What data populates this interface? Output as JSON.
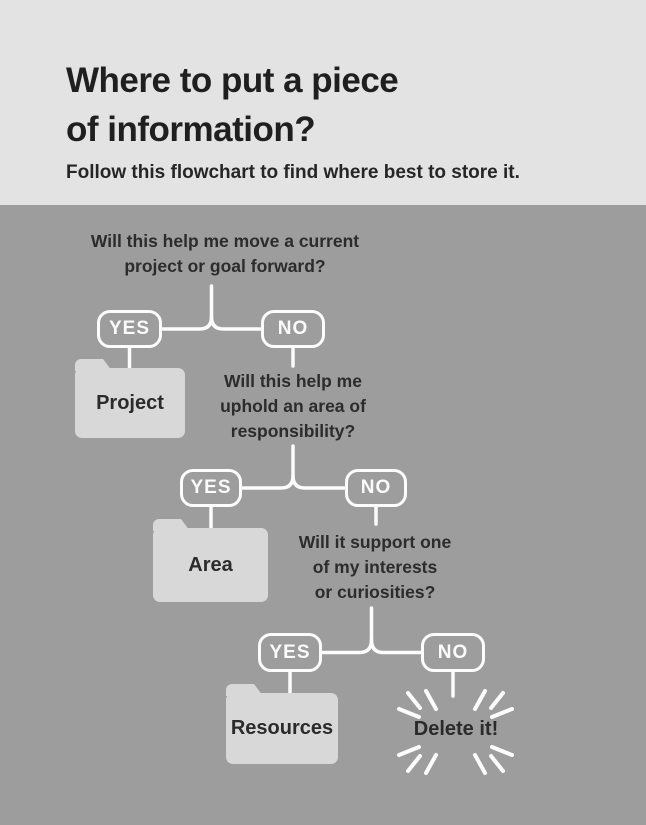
{
  "header": {
    "title_line1": "Where to put a piece",
    "title_line2": "of information?",
    "subtitle": "Follow this flowchart to find where best to store it."
  },
  "flowchart": {
    "yes_label": "YES",
    "no_label": "NO",
    "questions": [
      {
        "lines": [
          "Will this help me move a current",
          "project or goal forward?"
        ]
      },
      {
        "lines": [
          "Will this help me",
          "uphold an area of",
          "responsibility?"
        ]
      },
      {
        "lines": [
          "Will it support one",
          "of my interests",
          "or curiosities?"
        ]
      }
    ],
    "folders": [
      {
        "label": "Project"
      },
      {
        "label": "Area"
      },
      {
        "label": "Resources"
      }
    ],
    "delete_label": "Delete it!"
  },
  "colors": {
    "header_background": "#e4e3e3",
    "body_background": "#9e9d9d",
    "folder_fill": "#d9d8d8",
    "connector_white": "#fcfcfc",
    "text_dark": "#262626"
  }
}
